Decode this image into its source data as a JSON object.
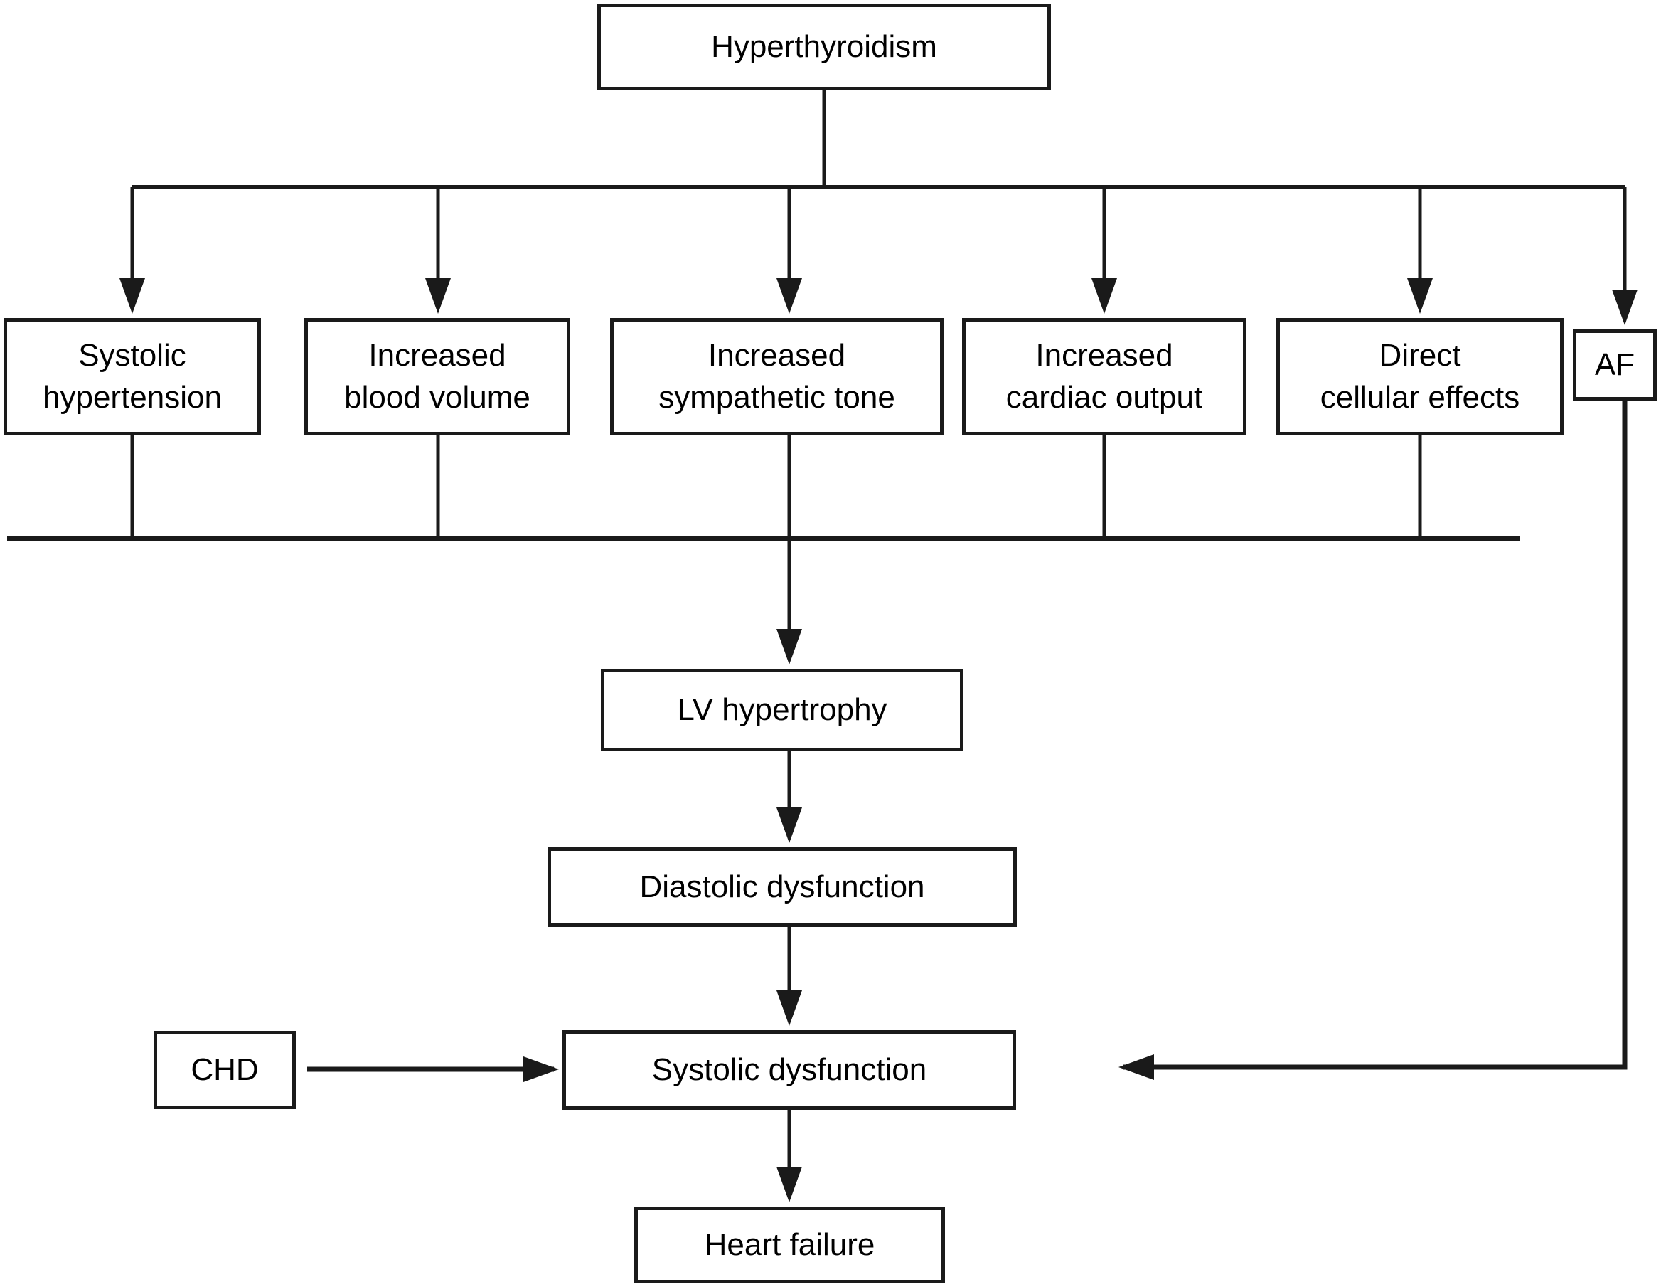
{
  "diagram": {
    "type": "flowchart",
    "colors": {
      "background": "#ffffff",
      "line": "#1a1a1a",
      "text": "#000000",
      "node_fill": "#ffffff"
    },
    "nodes": {
      "root": {
        "label": "Hyperthyroidism"
      },
      "branches": [
        {
          "label": "Systolic\nhypertension"
        },
        {
          "label": "Increased\nblood volume"
        },
        {
          "label": "Increased\nsympathetic tone"
        },
        {
          "label": "Increased\ncardiac output"
        },
        {
          "label": "Direct\ncellular effects"
        },
        {
          "label": "AF"
        }
      ],
      "lv_hypertrophy": {
        "label": "LV hypertrophy"
      },
      "diastolic_dysfunction": {
        "label": "Diastolic dysfunction"
      },
      "chd": {
        "label": "CHD"
      },
      "systolic_dysfunction": {
        "label": "Systolic dysfunction"
      },
      "heart_failure": {
        "label": "Heart failure"
      }
    },
    "edges": [
      "Hyperthyroidism -> Systolic hypertension",
      "Hyperthyroidism -> Increased blood volume",
      "Hyperthyroidism -> Increased sympathetic tone",
      "Hyperthyroidism -> Increased cardiac output",
      "Hyperthyroidism -> Direct cellular effects",
      "Hyperthyroidism -> AF",
      "Systolic hypertension -> LV hypertrophy",
      "Increased blood volume -> LV hypertrophy",
      "Increased sympathetic tone -> LV hypertrophy",
      "Increased cardiac output -> LV hypertrophy",
      "Direct cellular effects -> LV hypertrophy",
      "LV hypertrophy -> Diastolic dysfunction",
      "Diastolic dysfunction -> Systolic dysfunction",
      "CHD -> Systolic dysfunction",
      "AF -> Systolic dysfunction",
      "Systolic dysfunction -> Heart failure"
    ]
  }
}
